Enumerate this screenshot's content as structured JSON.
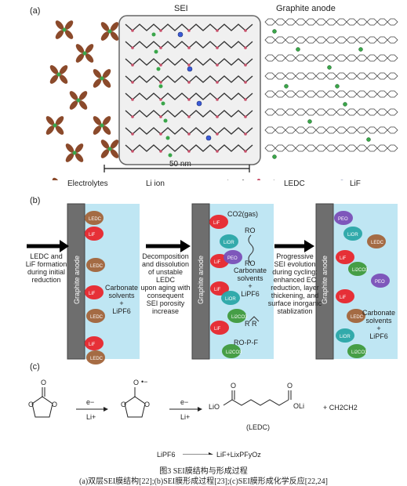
{
  "panel_a": {
    "label": "(a)",
    "sei_title": "SEI",
    "anode_title": "Graphite anode",
    "scale_bar": "50 nm",
    "legend": {
      "electrolytes": "Electrolytes",
      "li_ion": "Li ion",
      "ledc": "LEDC",
      "lif": "LiF"
    },
    "colors": {
      "electrolyte": "#8b4a2b",
      "li_ion": "#3aa64a",
      "lif": "#3b5bd6",
      "ledc": "#333333"
    }
  },
  "panel_b": {
    "label": "(b)",
    "step1_text": [
      "LEDC and",
      "LiF formation",
      "during initial",
      "reduction"
    ],
    "step2_text": [
      "Decomposition",
      "and dissolution",
      "of unstable LEDC",
      "upon aging with",
      "consequent",
      "SEI porosity",
      "increase"
    ],
    "step3_text": [
      "Progressive",
      "SEI evolution",
      "during cycling:",
      "enhanced EC",
      "reduction, layer",
      "thickening, and",
      "surface inorganic",
      "stablization"
    ],
    "graphite_anode": "Graphite anode",
    "carbonate_solvents": [
      "Carbonate",
      "solvents",
      "+"
    ],
    "lipf6": "LiPF6",
    "co2": "CO2(gas)",
    "ro": "RO",
    "ror": "R    R",
    "ro_pf": "RO-P-F",
    "species": {
      "lif": "LiF",
      "ledc": "LEDC",
      "peo": "PEO",
      "lior": "LiOR",
      "li2co3": "Li2CO3"
    },
    "colors": {
      "solution": "#bfe6f3",
      "anode": "#6e6e6e",
      "lif": "#e8262c",
      "ledc": "#a2643a",
      "peo": "#7a4fb7",
      "lior": "#2aa6a6",
      "li2co3": "#3f9a3c"
    }
  },
  "panel_c": {
    "label": "(c)",
    "e_minus": "e−",
    "li_plus": "Li+",
    "radical_anion": "•−",
    "ledc_label": "(LEDC)",
    "li_o_left": "LiO",
    "li_o_right": "OLi",
    "ethylene": "+ CH2CH2",
    "lipf6": "LiPF6",
    "lipf6_products": "LiF+LixPFyOz"
  },
  "caption": {
    "title": "图3   SEI膜结构与形成过程",
    "subtitle": "(a)双层SEI膜结构[22];(b)SEI膜形成过程[23];(c)SEI膜形成化学反应[22,24]"
  }
}
